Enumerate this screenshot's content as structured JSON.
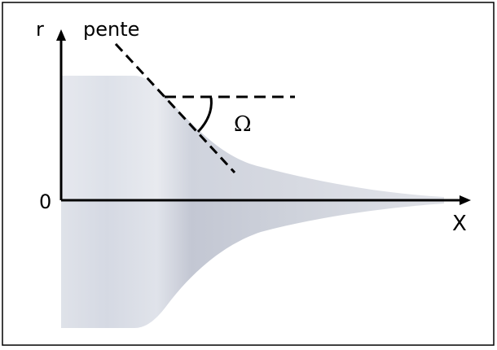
{
  "labels": {
    "r_axis": "r",
    "x_axis": "X",
    "origin": "0",
    "slope": "pente",
    "angle": "Ω"
  },
  "colors": {
    "frame": "#000000",
    "axes": "#000000",
    "dashes": "#000000",
    "shape_light": "#e4e7ed",
    "shape_mid": "#d3d7e0",
    "shape_dark": "#c6cad5",
    "background": "#ffffff"
  }
}
